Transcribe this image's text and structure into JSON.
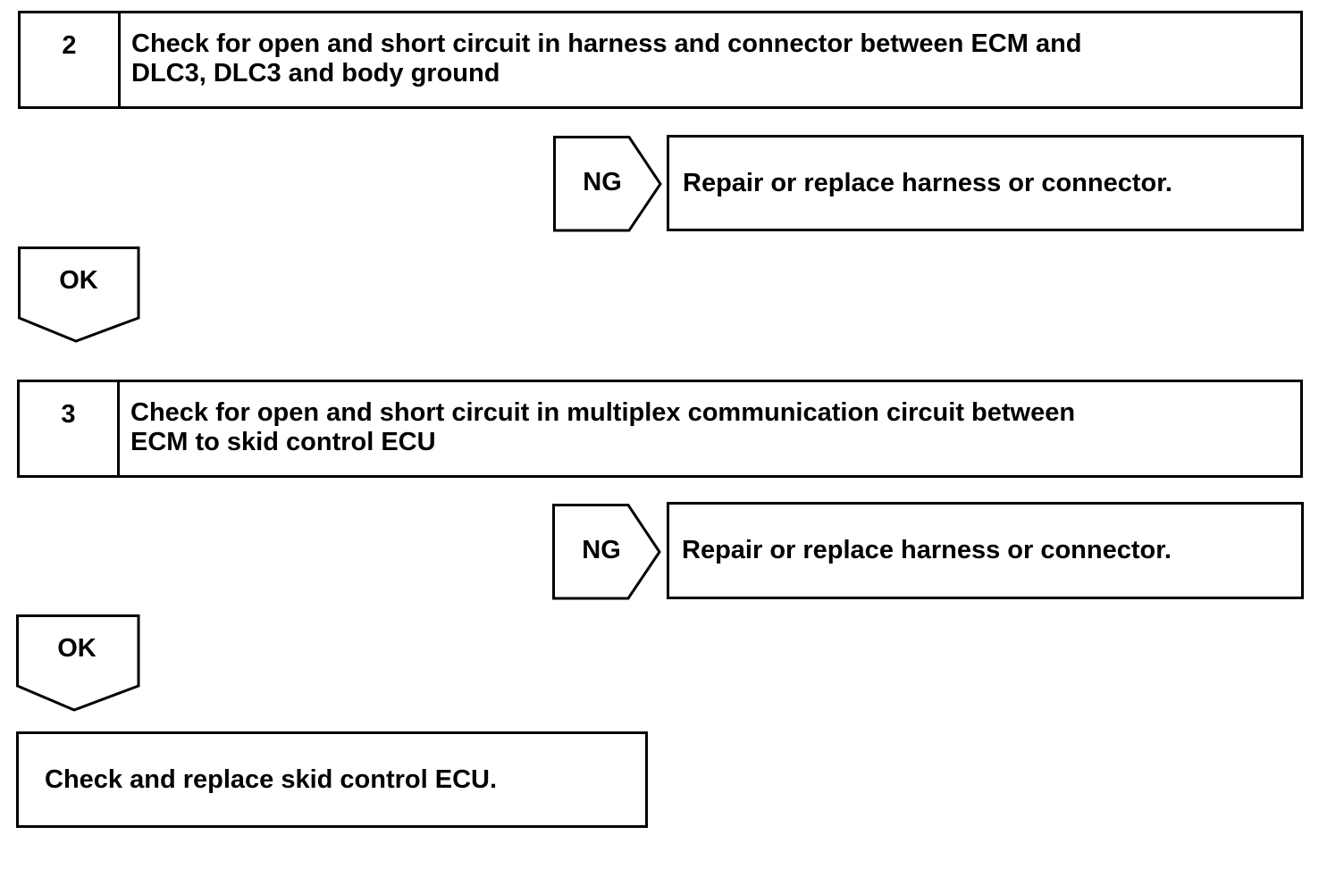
{
  "steps": [
    {
      "number": "2",
      "text_line1": "Check for open and short circuit in harness and connector between ECM and",
      "text_line2": "DLC3, DLC3 and body ground",
      "ng_label": "NG",
      "ng_action": "Repair or replace harness or connector.",
      "ok_label": "OK"
    },
    {
      "number": "3",
      "text_line1": "Check for open and short circuit in multiplex communication circuit between",
      "text_line2": "ECM to skid control ECU",
      "ng_label": "NG",
      "ng_action": "Repair or replace harness or connector.",
      "ok_label": "OK"
    }
  ],
  "final_action": "Check and replace skid control ECU."
}
